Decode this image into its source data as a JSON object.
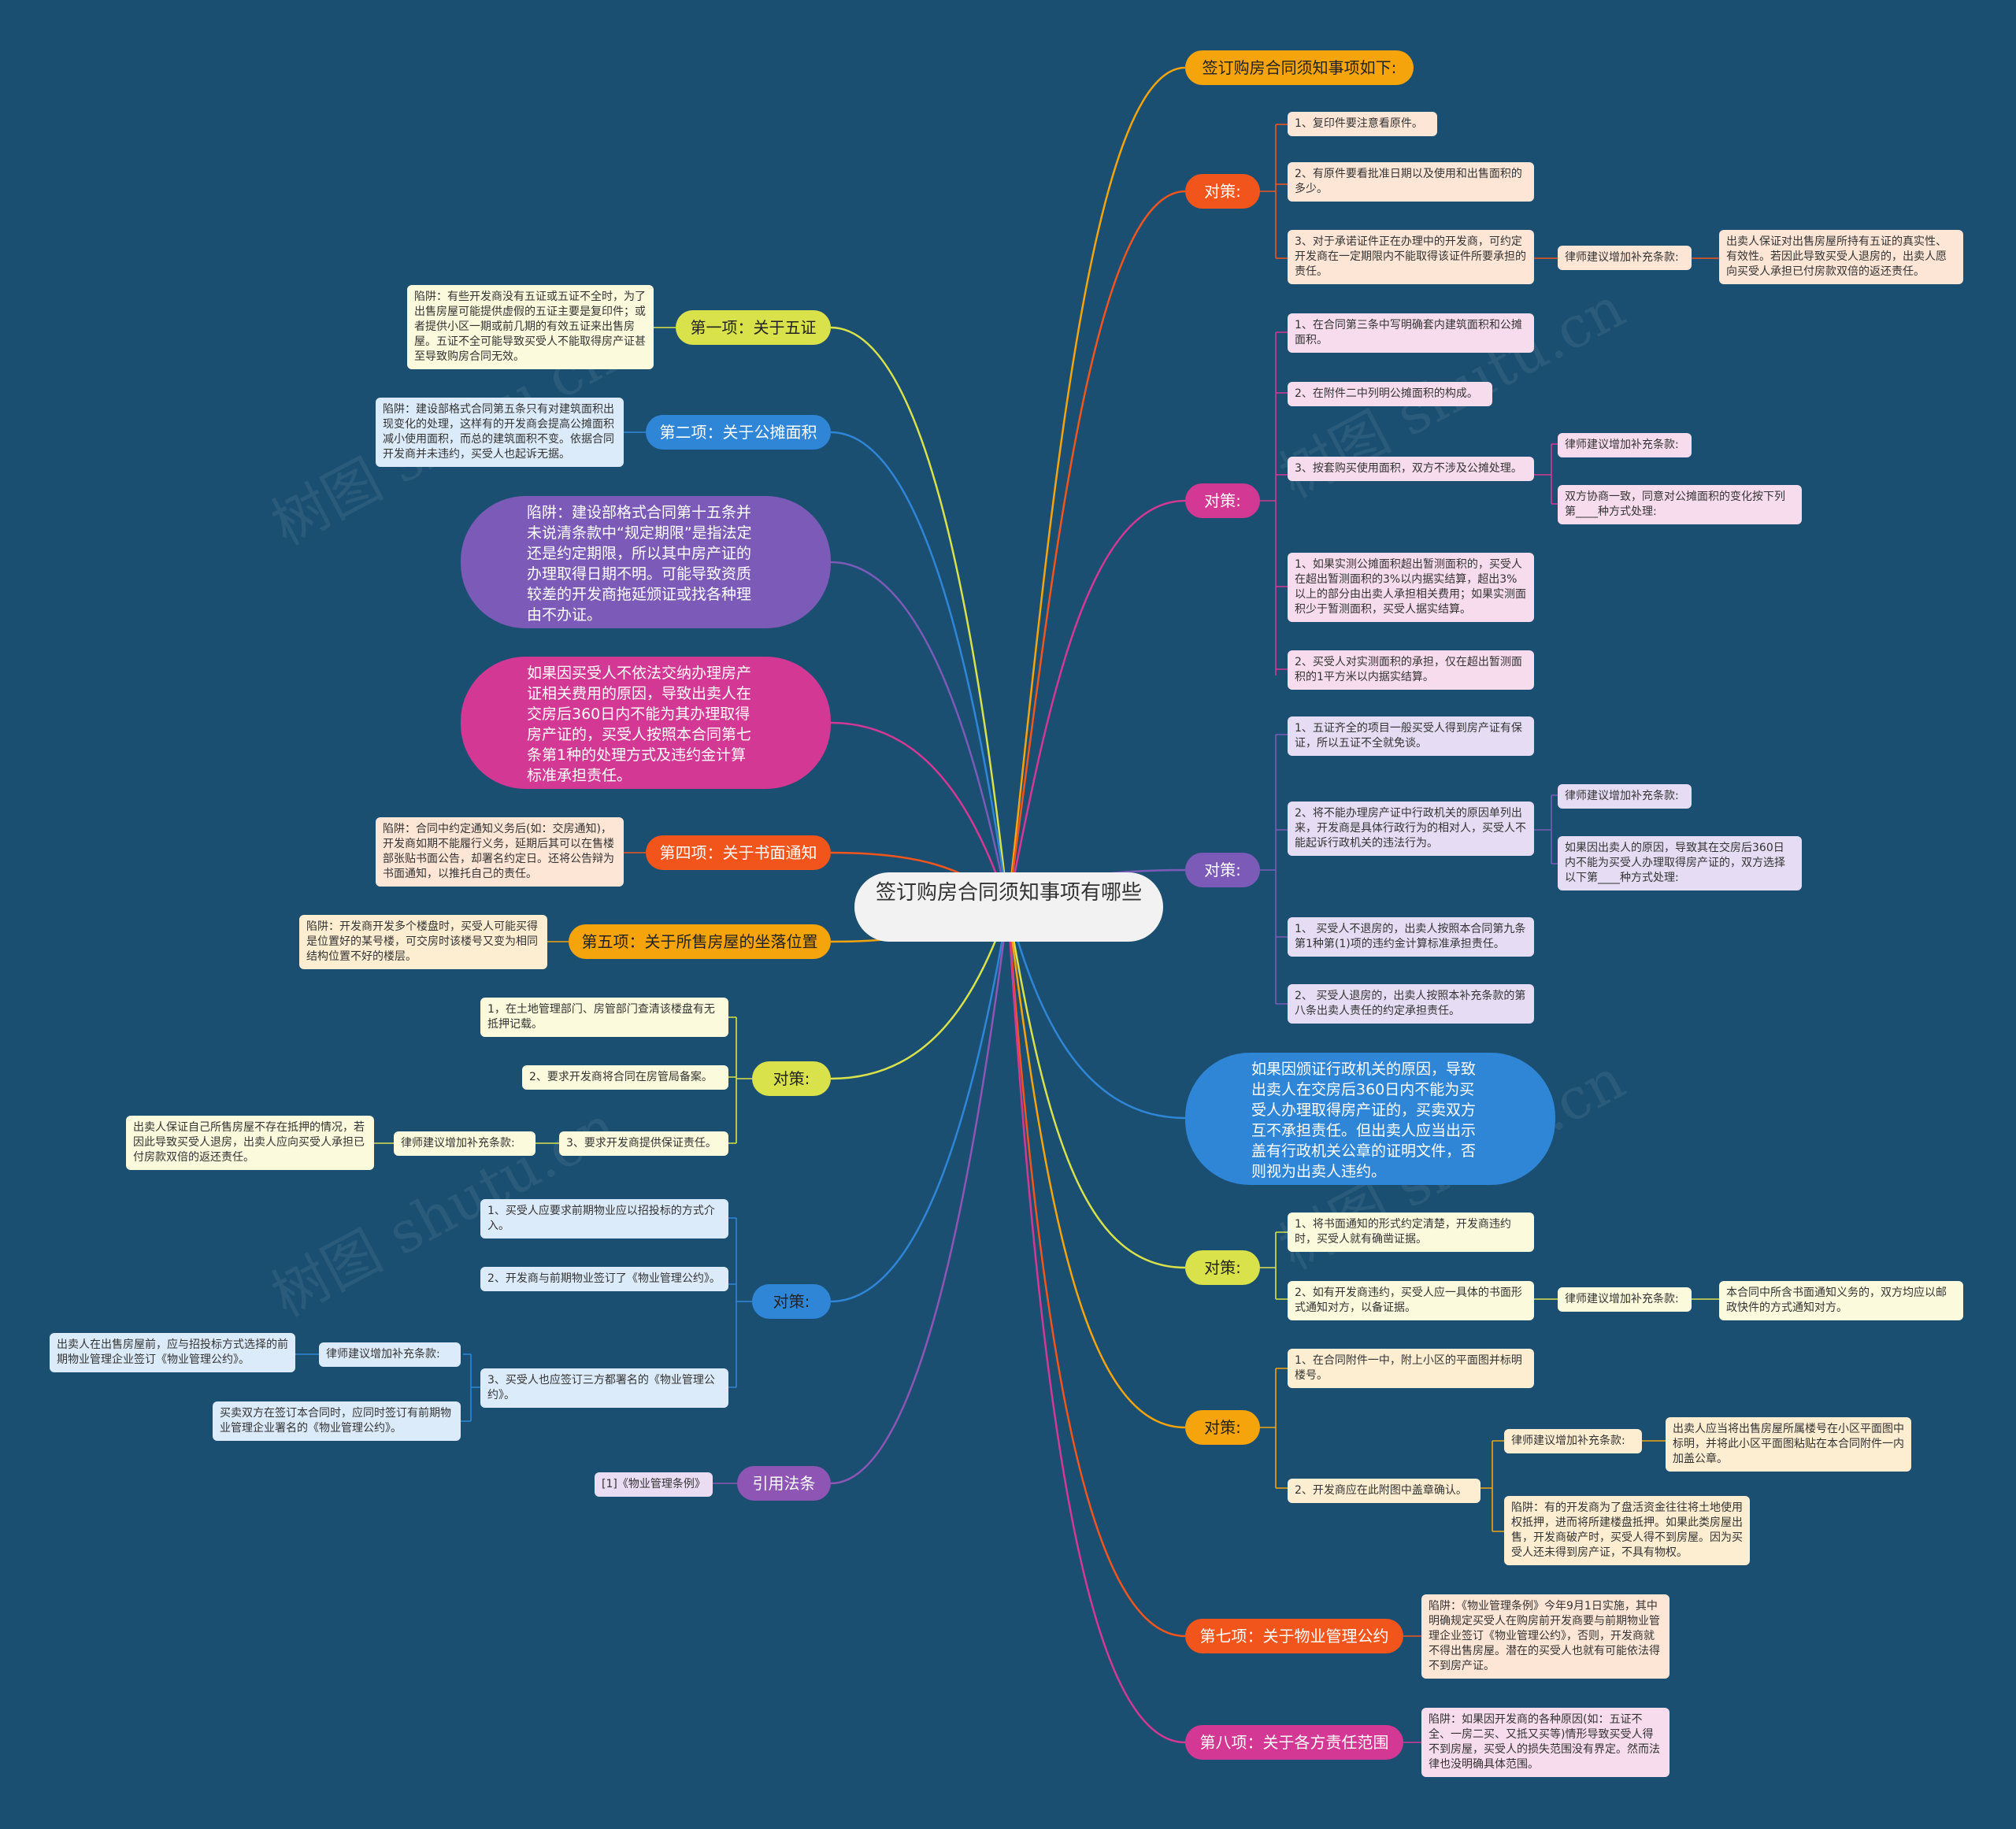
{
  "root": {
    "title": "签订购房合同须知事项有哪些"
  },
  "colors": {
    "background": "#1b4f72",
    "orange": "#f5a40c",
    "red_orange": "#f2551c",
    "magenta": "#d33994",
    "purple": "#7c5bb8",
    "yellow": "#d9e24a",
    "blue": "#2f86d6",
    "violet": "#8e55b5"
  },
  "watermark": "树图 shutu.cn",
  "right": {
    "intro": "签订购房合同须知事项如下:",
    "s1": {
      "label": "对策:",
      "i1": "1、复印件要注意看原件。",
      "i2": "2、有原件要看批准日期以及使用和出售面积的多少。",
      "i3": "3、对于承诺证件正在办理中的开发商，可约定开发商在一定期限内不能取得该证件所要承担的责任。",
      "lawyer": "律师建议增加补充条款:",
      "lawyer_text": "出卖人保证对出售房屋所持有五证的真实性、有效性。若因此导致买受人退房的，出卖人愿向买受人承担已付房款双倍的返还责任。"
    },
    "s2": {
      "label": "对策:",
      "i1": "1、在合同第三条中写明确套内建筑面积和公摊面积。",
      "i2": "2、在附件二中列明公摊面积的构成。",
      "i3": "3、按套购买使用面积，双方不涉及公摊处理。",
      "lawyer": "律师建议增加补充条款:",
      "lawyer_text": "双方协商一致，同意对公摊面积的变化按下列第____种方式处理:",
      "i4": "1、如果实测公摊面积超出暂测面积的，买受人在超出暂测面积的3%以内据实结算，超出3%以上的部分由出卖人承担相关费用；如果实测面积少于暂测面积，买受人据实结算。",
      "i5": "2、买受人对实测面积的承担，仅在超出暂测面积的1平方米以内据实结算。"
    },
    "s3": {
      "label": "对策:",
      "i1": "1、五证齐全的项目一般买受人得到房产证有保证，所以五证不全就免谈。",
      "i2": "2、将不能办理房产证中行政机关的原因单列出来，开发商是具体行政行为的相对人，买受人不能起诉行政机关的违法行为。",
      "lawyer": "律师建议增加补充条款:",
      "lawyer_text": "如果因出卖人的原因，导致其在交房后360日内不能为买受人办理取得房产证的，双方选择以下第____种方式处理:",
      "i3": "1、 买受人不退房的，出卖人按照本合同第九条第1种第(1)项的违约金计算标准承担责任。",
      "i4": "2、 买受人退房的，出卖人按照本补充条款的第八条出卖人责任的约定承担责任。"
    },
    "blue_text": "如果因颁证行政机关的原因，导致出卖人在交房后360日内不能为买受人办理取得房产证的，买卖双方互不承担责任。但出卖人应当出示盖有行政机关公章的证明文件，否则视为出卖人违约。",
    "s4": {
      "label": "对策:",
      "i1": "1、将书面通知的形式约定清楚，开发商违约时，买受人就有确凿证据。",
      "i2": "2、如有开发商违约，买受人应一具体的书面形式通知对方，以备证据。",
      "lawyer": "律师建议增加补充条款:",
      "lawyer_text": "本合同中所含书面通知义务的，双方均应以邮政快件的方式通知对方。"
    },
    "s5": {
      "label": "对策:",
      "i1": "1、在合同附件一中，附上小区的平面图并标明楼号。",
      "i2": "2、开发商应在此附图中盖章确认。",
      "lawyer": "律师建议增加补充条款:",
      "lawyer_text": "出卖人应当将出售房屋所属楼号在小区平面图中标明，并将此小区平面图粘贴在本合同附件一内加盖公章。",
      "trap": "陷阱：有的开发商为了盘活资金往往将土地使用权抵押，进而将所建楼盘抵押。如果此类房屋出售，开发商破产时，买受人得不到房屋。因为买受人还未得到房产证，不具有物权。"
    },
    "s7": {
      "label": "第七项：关于物业管理公约",
      "trap": "陷阱：《物业管理条例》今年9月1日实施，其中明确规定买受人在购房前开发商要与前期物业管理企业签订《物业管理公约》，否则，开发商就不得出售房屋。潜在的买受人也就有可能依法得不到房产证。"
    },
    "s8": {
      "label": "第八项：关于各方责任范围",
      "trap": "陷阱：如果因开发商的各种原因(如：五证不全、一房二买、又抵又买等)情形导致买受人得不到房屋，买受人的损失范围没有界定。然而法律也没明确具体范围。"
    }
  },
  "left": {
    "t1": {
      "label": "第一项：关于五证",
      "trap": "陷阱：有些开发商没有五证或五证不全时，为了出售房屋可能提供虚假的五证主要是复印件；或者提供小区一期或前几期的有效五证来出售房屋。五证不全可能导致买受人不能取得房产证甚至导致购房合同无效。"
    },
    "t2": {
      "label": "第二项：关于公摊面积",
      "trap": "陷阱：建设部格式合同第五条只有对建筑面积出现变化的处理，这样有的开发商会提高公摊面积减小使用面积，而总的建筑面积不变。依据合同开发商并未违约，买受人也起诉无据。"
    },
    "purple_text": "陷阱：建设部格式合同第十五条并未说清条款中“规定期限”是指法定还是约定期限，所以其中房产证的办理取得日期不明。可能导致资质较差的开发商拖延颁证或找各种理由不办证。",
    "magenta_text": "如果因买受人不依法交纳办理房产证相关费用的原因，导致出卖人在交房后360日内不能为其办理取得房产证的，买受人按照本合同第七条第1种的处理方式及违约金计算标准承担责任。",
    "t4": {
      "label": "第四项：关于书面通知",
      "trap": "陷阱：合同中约定通知义务后(如：交房通知)，开发商如期不能履行义务，延期后其可以在售楼部张贴书面公告，却署名约定日。还将公告辩为书面通知，以推托自己的责任。"
    },
    "t5": {
      "label": "第五项：关于所售房屋的坐落位置",
      "trap": "陷阱：开发商开发多个楼盘时，买受人可能买得是位置好的某号楼，可交房时该楼号又变为相同结构位置不好的楼层。"
    },
    "c1": {
      "label": "对策:",
      "i1": "1，在土地管理部门、房管部门查清该楼盘有无抵押记载。",
      "i2": "2、要求开发商将合同在房管局备案。",
      "i3": "3、要求开发商提供保证责任。",
      "lawyer": "律师建议增加补充条款:",
      "lawyer_text": "出卖人保证自己所售房屋不存在抵押的情况，若因此导致买受人退房，出卖人应向买受人承担已付房款双倍的返还责任。"
    },
    "c2": {
      "label": "对策:",
      "i1": "1、买受人应要求前期物业应以招投标的方式介入。",
      "i2": "2、开发商与前期物业签订了《物业管理公约》。",
      "i3": "3、买受人也应签订三方都署名的《物业管理公约》。",
      "lawyer": "律师建议增加补充条款:",
      "lawyer_text1": "出卖人在出售房屋前，应与招投标方式选择的前期物业管理企业签订《物业管理公约》。",
      "lawyer_text2": "买卖双方在签订本合同时，应同时签订有前期物业管理企业署名的《物业管理公约》。"
    },
    "law": {
      "label": "引用法条",
      "item": "[1]《物业管理条例》"
    }
  }
}
